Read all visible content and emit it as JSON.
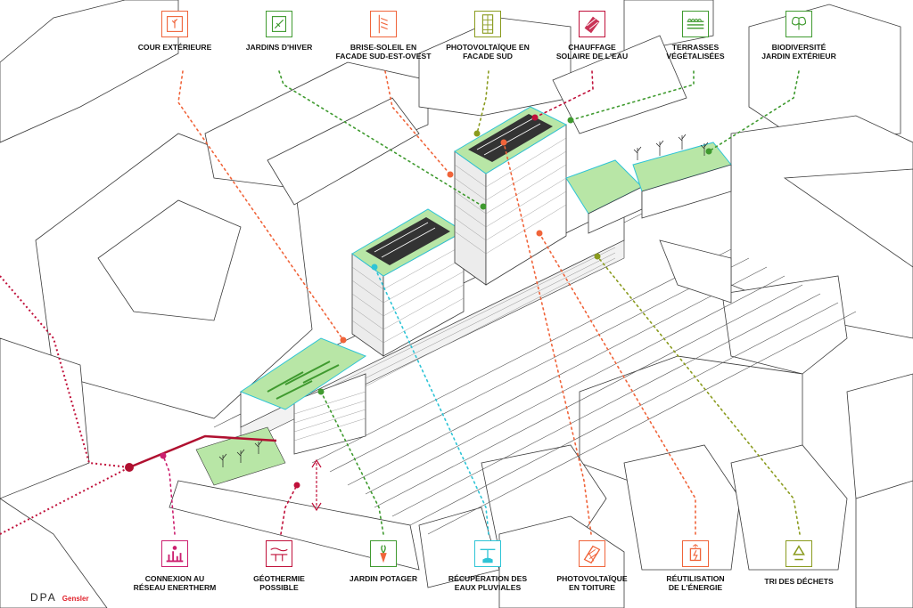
{
  "colors": {
    "orange": "#f0643a",
    "green": "#3f9a2f",
    "olive": "#8a9b1e",
    "crimson": "#c0103a",
    "magenta": "#cc1f6f",
    "cyan": "#2ec4d6",
    "roof_green": "#b8e6a6",
    "ink": "#3a3a3a"
  },
  "top_labels": [
    {
      "lines": [
        "COUR EXTÉRIEURE"
      ],
      "color": "orange",
      "icon": "courtyard-icon"
    },
    {
      "lines": [
        "JARDINS D'HIVER"
      ],
      "color": "green",
      "icon": "winter-garden-icon"
    },
    {
      "lines": [
        "BRISE-SOLEIL EN",
        "FACADE SUD-EST-OVEST"
      ],
      "color": "orange",
      "icon": "sunshade-icon"
    },
    {
      "lines": [
        "PHOTOVOLTAÏQUE EN",
        "FACADE SUD"
      ],
      "color": "olive",
      "icon": "facade-pv-icon"
    },
    {
      "lines": [
        "CHAUFFAGE",
        "SOLAIRE DE L'EAU"
      ],
      "color": "crimson",
      "icon": "solar-water-icon"
    },
    {
      "lines": [
        "TERRASSES",
        "VÉGÉTALISÉES"
      ],
      "color": "green",
      "icon": "green-terrace-icon"
    },
    {
      "lines": [
        "BIODIVERSITÉ",
        "JARDIN EXTÉRIEUR"
      ],
      "color": "green",
      "icon": "biodiversity-icon"
    }
  ],
  "bottom_labels": [
    {
      "lines": [
        "CONNEXION AU",
        "RÉSEAU ENERTHERM"
      ],
      "color": "magenta",
      "icon": "network-icon"
    },
    {
      "lines": [
        "GÉOTHERMIE",
        "POSSIBLE"
      ],
      "color": "crimson",
      "icon": "geothermal-icon"
    },
    {
      "lines": [
        "JARDIN POTAGER"
      ],
      "color": "green",
      "icon": "vegetable-garden-icon"
    },
    {
      "lines": [
        "RÉCUPÉRATION DES",
        "EAUX PLUVIALES"
      ],
      "color": "cyan",
      "icon": "rainwater-icon"
    },
    {
      "lines": [
        "PHOTOVOLTAÏQUE",
        "EN TOITURE"
      ],
      "color": "orange",
      "icon": "roof-pv-icon"
    },
    {
      "lines": [
        "RÉUTILISATION",
        "DE L'ÉNERGIE"
      ],
      "color": "orange",
      "icon": "energy-reuse-icon"
    },
    {
      "lines": [
        "TRI DES DÉCHETS"
      ],
      "color": "olive",
      "icon": "recycling-icon"
    }
  ],
  "logo": {
    "text": "DPA",
    "partner": "Gensler",
    "partner_color": "#e0202a"
  }
}
